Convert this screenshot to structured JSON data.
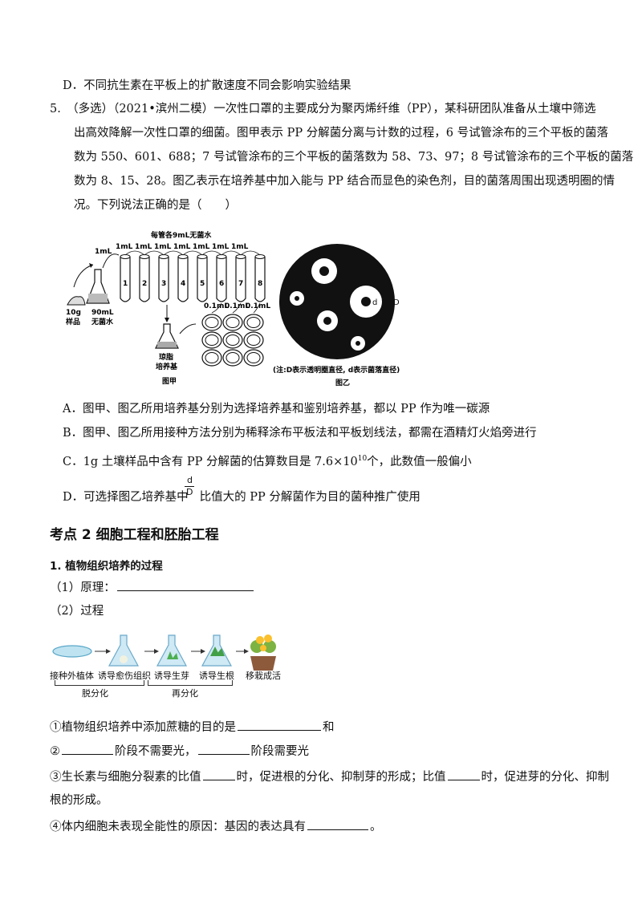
{
  "q4": {
    "option_d": "D．不同抗生素在平板上的扩散速度不同会影响实验结果"
  },
  "q5": {
    "line1": "5.　（多选）（2021•滨州二模）一次性口罩的主要成分为聚丙烯纤维（PP），某科研团队准备从土壤中筛选",
    "line2": "出高效降解一次性口罩的细菌。图甲表示 PP 分解菌分离与计数的过程，6 号试管涂布的三个平板的菌落",
    "line3": "数为 550、601、688；7 号试管涂布的三个平板的菌落数为 58、73、97；8 号试管涂布的三个平板的菌落",
    "line4": "数为 8、15、28。图乙表示在培养基中加入能与 PP 结合而显色的染色剂，目的菌落周围出现透明圈的情",
    "line5": "况。下列说法正确的是（　　）",
    "option_a": "A．图甲、图乙所用培养基分别为选择培养基和鉴别培养基，都以 PP 作为唯一碳源",
    "option_b": "B．图甲、图乙所用接种方法分别为稀释涂布平板法和平板划线法，都需在酒精灯火焰旁进行",
    "option_c_pre": "C．1g 土壤样品中含有 PP 分解菌的估算数目是 7.6×10",
    "option_c_exp": "10",
    "option_c_post": "个，此数值一般偏小",
    "option_d_pre": "D．可选择图乙培养基中",
    "option_d_num": "d",
    "option_d_den": "D",
    "option_d_post": "比值大的 PP 分解菌作为目的菌种推广使用"
  },
  "figure_jia": {
    "top_label": "每管各9mL无菌水",
    "ml_top": [
      "1mL",
      "1mL",
      "1mL",
      "1mL",
      "1mL",
      "1mL",
      "1mL"
    ],
    "first_ml": "1mL",
    "tube_numbers": [
      "1",
      "2",
      "3",
      "4",
      "5",
      "6",
      "7",
      "8"
    ],
    "sample_label_1": "10g",
    "sample_label_2": "样品",
    "water_label_1": "90mL",
    "water_label_2": "无菌水",
    "plate_ml": [
      "0.1mL",
      "0.1mL",
      "0.1mL"
    ],
    "medium_label_1": "琼脂",
    "medium_label_2": "培养基",
    "caption": "图甲"
  },
  "figure_yi": {
    "d_label": "d",
    "D_label": "D",
    "note": "(注:D表示透明圈直径, d表示菌落直径)",
    "caption": "图乙"
  },
  "section": {
    "title": "考点 2  细胞工程和胚胎工程",
    "sub1": "1. 植物组织培养的过程",
    "item1": "（1）原理：",
    "item2": "（2）过程",
    "process_labels": [
      "接种外植体",
      "诱导愈伤组织",
      "诱导生芽",
      "诱导生根",
      "移栽成活"
    ],
    "stage_labels": [
      "脱分化",
      "再分化"
    ],
    "q1_pre": "①植物组织培养中添加蔗糖的目的是",
    "q1_post": "和",
    "q2_pre": "②",
    "q2_mid": "阶段不需要光，",
    "q2_post": "阶段需要光",
    "q3_a": "③生长素与细胞分裂素的比值",
    "q3_b": "时，促进根的分化、抑制芽的形成；比值",
    "q3_c": "时，促进芽的分化、抑制",
    "q3_d": "根的形成。",
    "q4_pre": "④体内细胞未表现全能性的原因：基因的表达具有",
    "q4_post": "。"
  }
}
